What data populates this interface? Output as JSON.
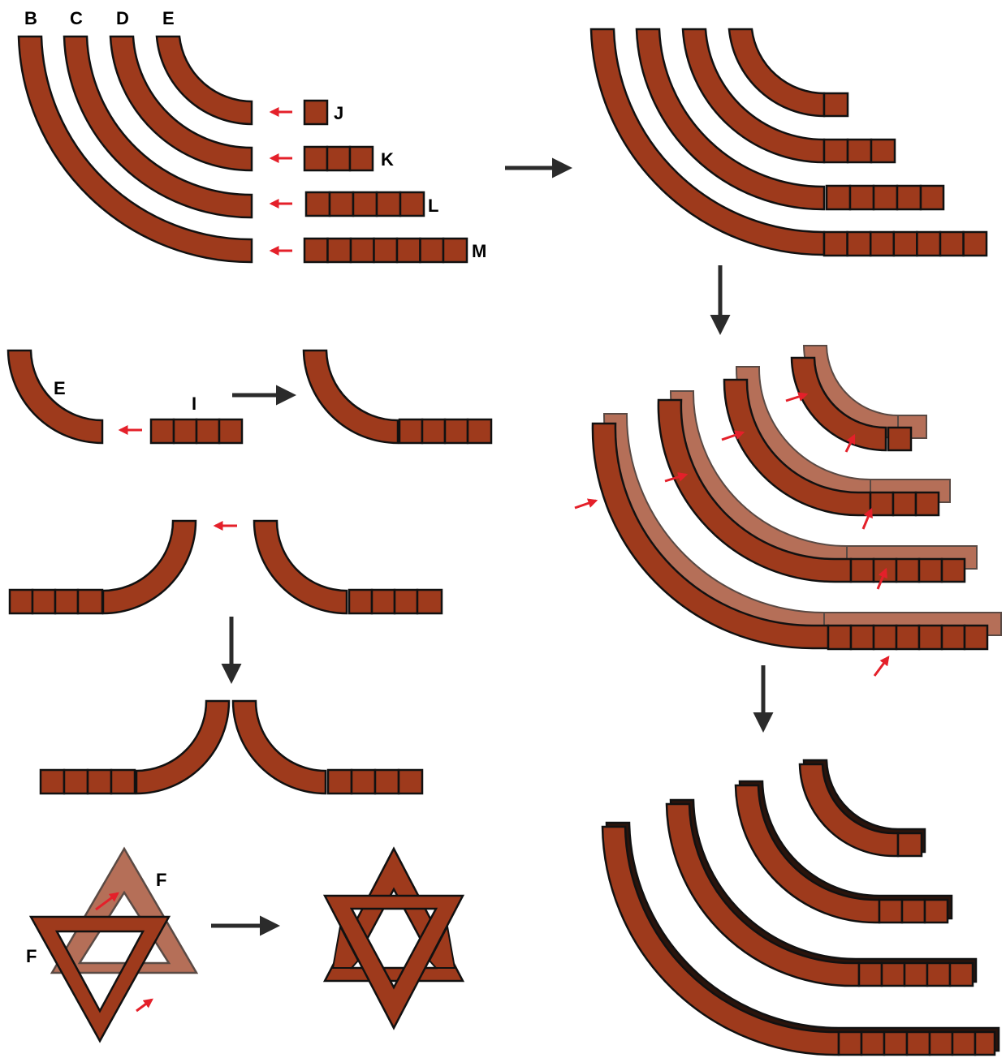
{
  "labels": {
    "B": "B",
    "C": "C",
    "D": "D",
    "E": "E",
    "J": "J",
    "K": "K",
    "L": "L",
    "M": "M",
    "E2": "E",
    "I": "I",
    "F1": "F",
    "F2": "F"
  },
  "colors": {
    "brick": "#9e3a1c",
    "brick_ghost": "#a8563b",
    "outline": "#111111",
    "arrow": "#2b2b2b",
    "pointer": "#e4202a",
    "background": "#ffffff"
  },
  "pieces": {
    "arc_pieces": [
      "B",
      "C",
      "D",
      "E"
    ],
    "straight_pieces": [
      {
        "name": "J",
        "units": 1
      },
      {
        "name": "K",
        "units": 3
      },
      {
        "name": "L",
        "units": 5
      },
      {
        "name": "M",
        "units": 7
      }
    ],
    "connector": {
      "name": "I",
      "units": 4
    },
    "triangles": [
      "F",
      "F"
    ]
  }
}
